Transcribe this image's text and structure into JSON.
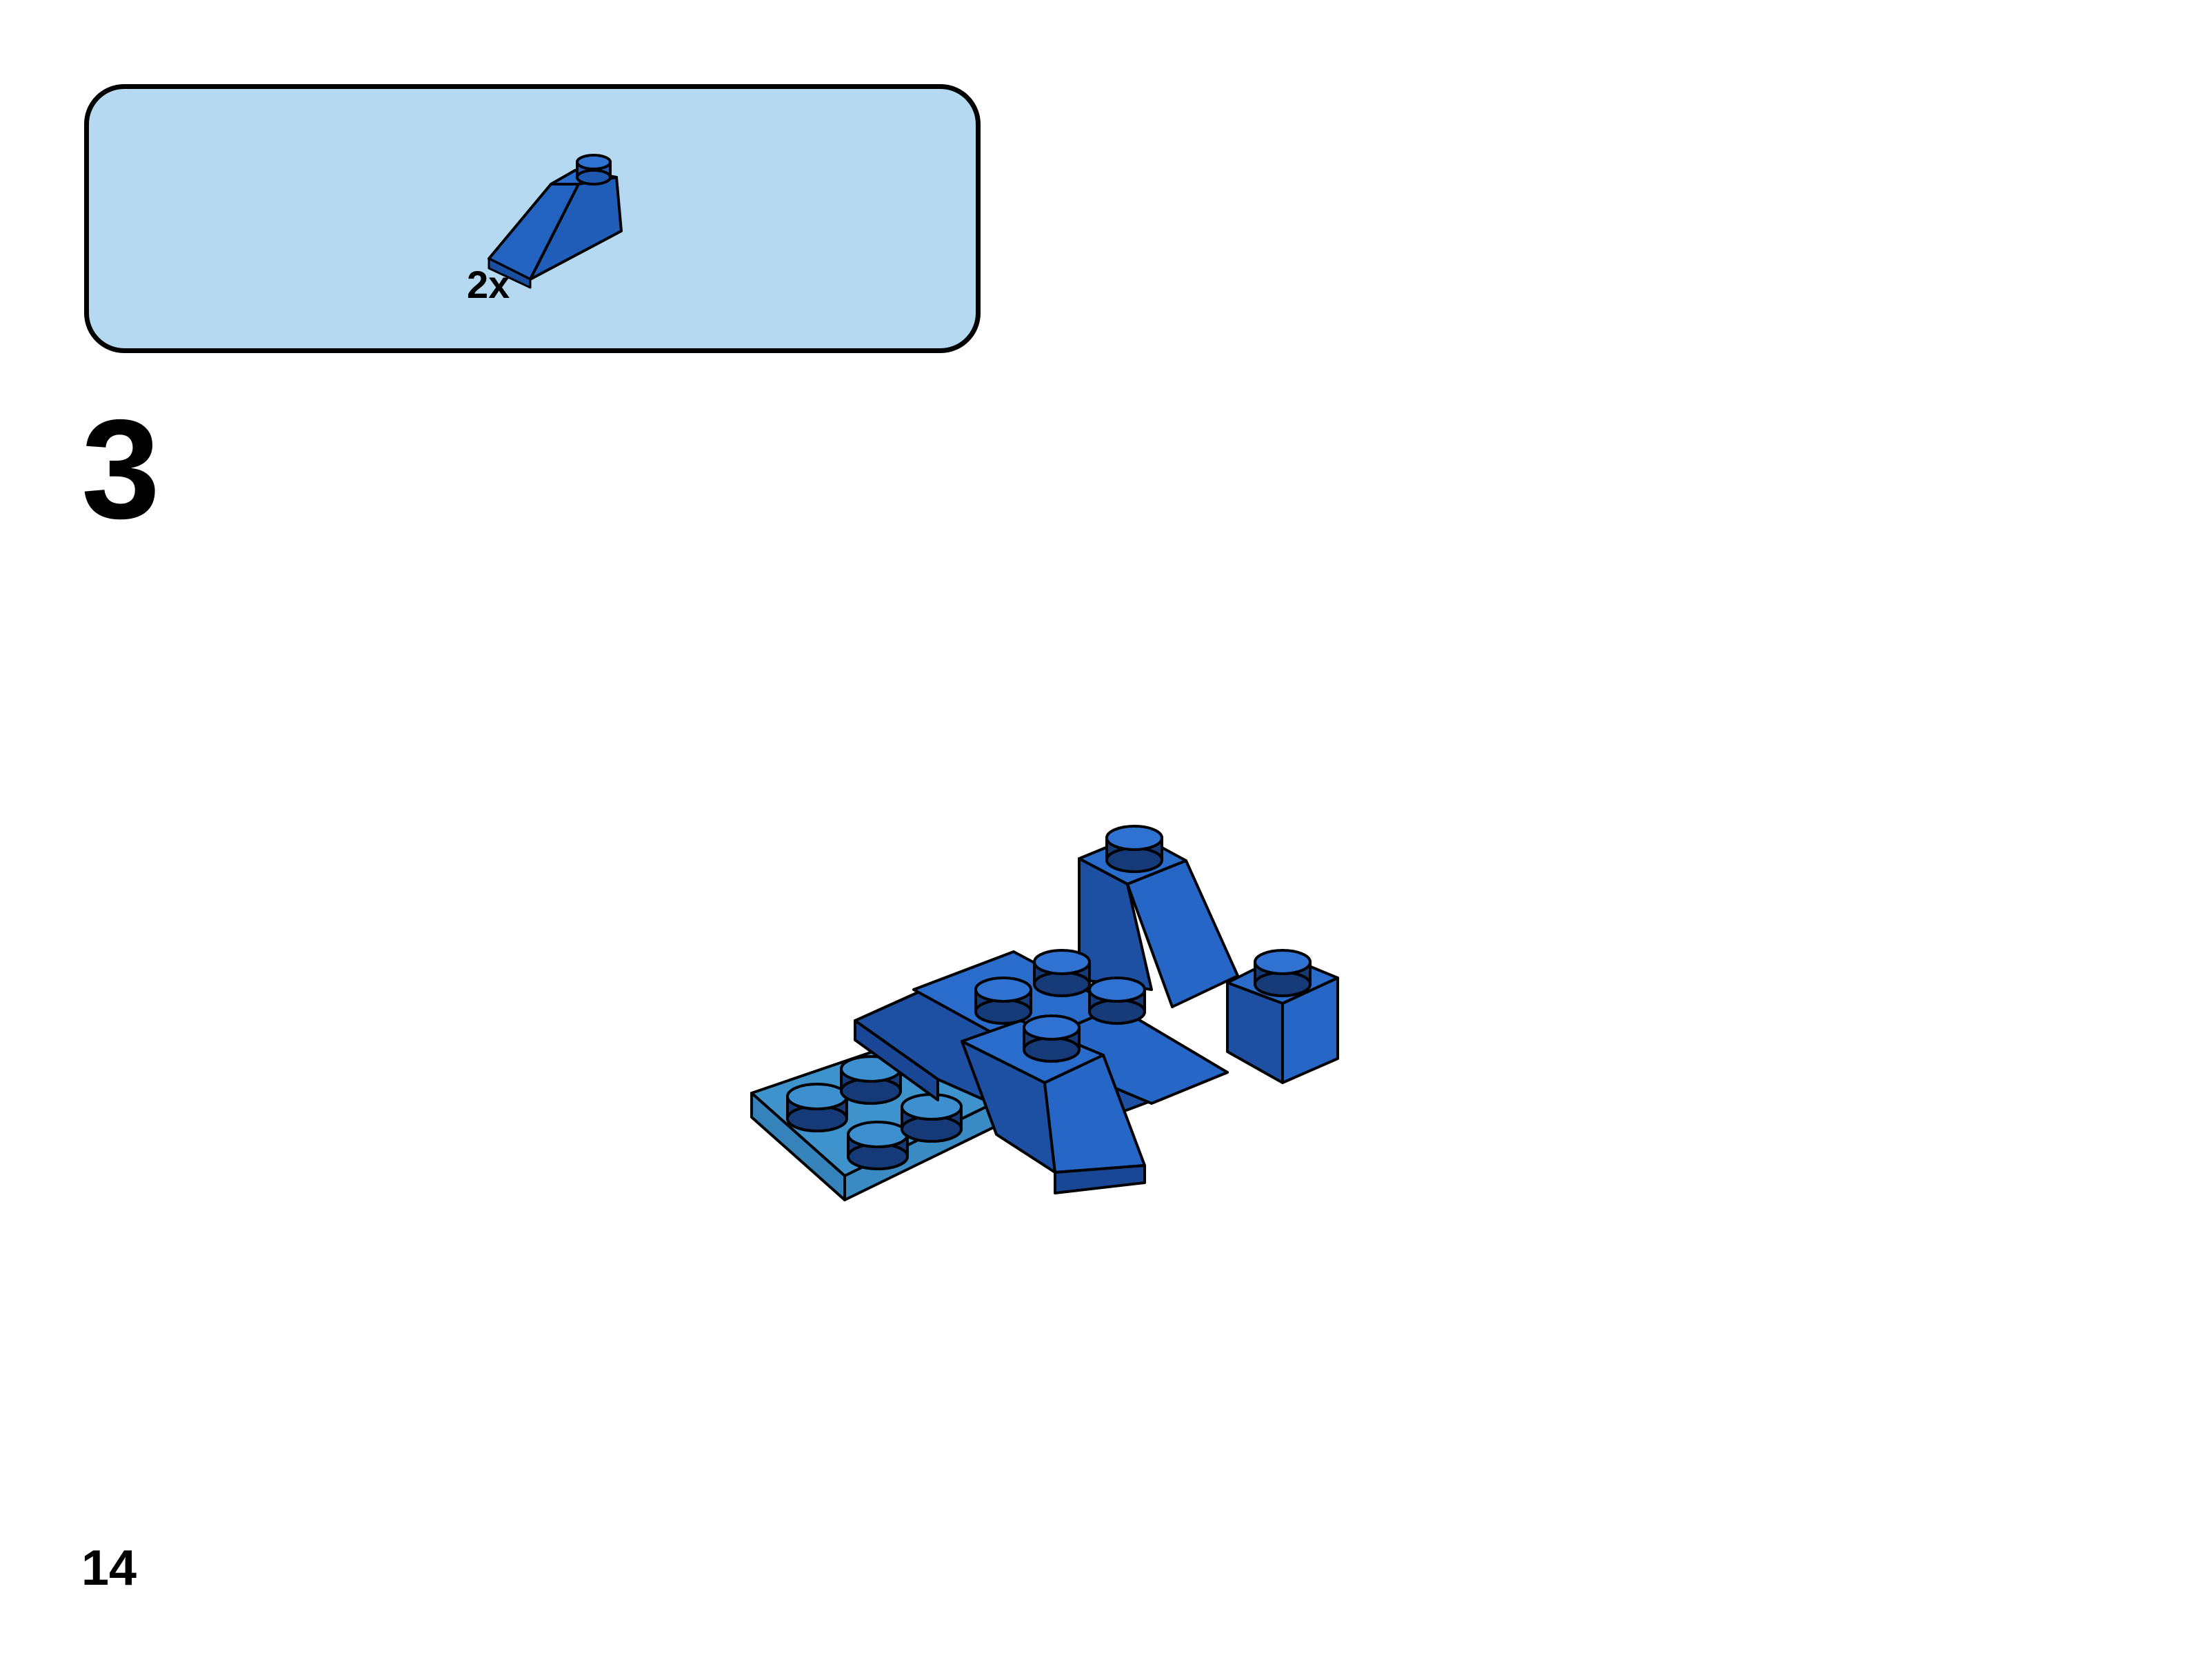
{
  "parts_callout": {
    "quantity": "2x",
    "part_icon": "blue-slope-brick-icon",
    "background_color": "#b4d9f1"
  },
  "step": {
    "number": "3"
  },
  "model": {
    "icon": "blue-aircraft-model-icon",
    "colors": {
      "brick_blue": "#2566c6",
      "brick_blue_dark": "#1d4fa3",
      "plate_light_blue": "#3f93cc",
      "outline": "#000000"
    }
  },
  "page": {
    "number": "14"
  }
}
